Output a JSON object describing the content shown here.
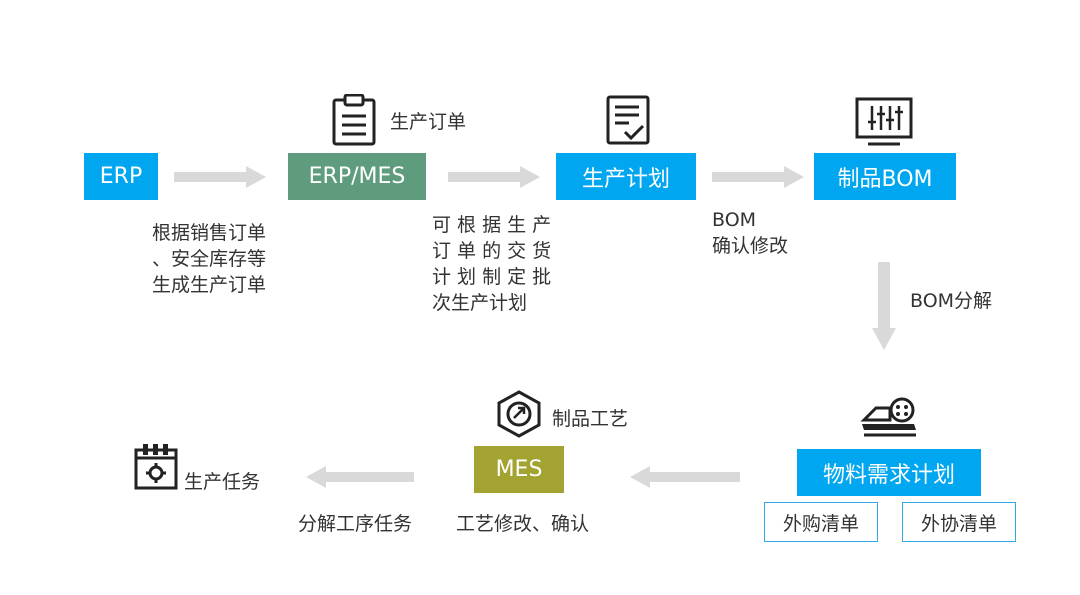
{
  "colors": {
    "blue": "#00a7f0",
    "green": "#5e9c7d",
    "olive": "#a3a331",
    "arrow": "#d9d9d9",
    "outline": "#33a8e6"
  },
  "nodes": {
    "erp": "ERP",
    "erp_mes": "ERP/MES",
    "production_plan": "生产计划",
    "product_bom": "制品BOM",
    "material_plan": "物料需求计划",
    "purchase_list": "外购清单",
    "outsource_list": "外协清单",
    "mes": "MES",
    "production_task": "生产任务"
  },
  "icon_labels": {
    "production_order": "生产订单",
    "product_process": "制品工艺"
  },
  "icons": {
    "clipboard": "clipboard-icon",
    "checklist": "checklist-document-icon",
    "monitor": "monitor-sliders-icon",
    "material": "material-machine-icon",
    "process": "process-hexagon-icon",
    "calendar": "calendar-gear-icon"
  },
  "notes": {
    "erp_note": [
      "根据销售订单",
      "、安全库存等",
      "生成生产订单"
    ],
    "erp_mes_note": [
      "可 根 据 生 产",
      "订 单 的 交 货",
      "计 划 制 定 批",
      "次生产计划"
    ],
    "bom_note": [
      "BOM",
      "确认修改"
    ],
    "bom_split": "BOM分解",
    "mes_note": "工艺修改、确认",
    "task_note": "分解工序任务"
  }
}
